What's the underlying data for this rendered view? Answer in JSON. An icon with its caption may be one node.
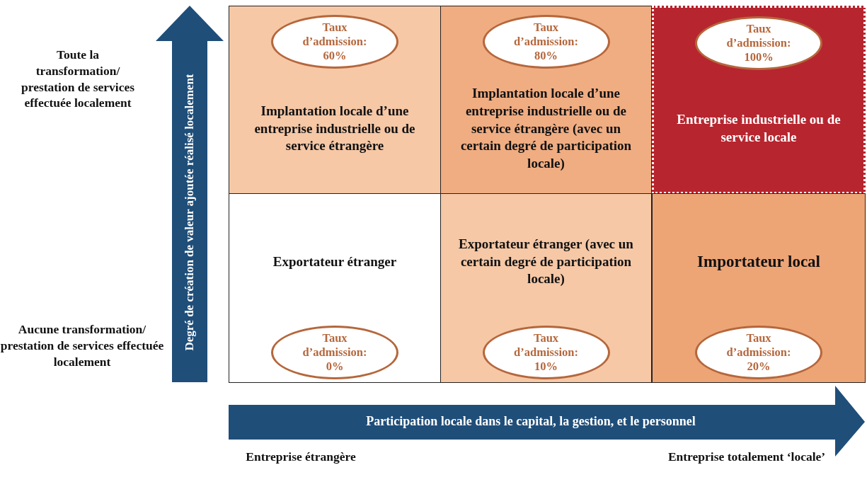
{
  "diagram": {
    "nodes": [
      {
        "text": [
          "Implantation locale d’une entreprise industrielle ou de service étrangère"
        ]
      },
      {
        "text": [
          "Taux d’admission: 60%"
        ],
        "in": 0
      },
      {
        "text": [
          "Implantation locale d’une entreprise industrielle ou de service étrangère (avec un certain degré de participation locale)"
        ]
      },
      {
        "text": [
          "Taux d’admission: 80%"
        ],
        "in": 2
      },
      {
        "text": [
          "Entreprise industrielle ou de service locale"
        ]
      },
      {
        "text": [
          "Taux d’admission: 100%"
        ],
        "in": 4
      },
      {
        "text": [
          "Exportateur étranger"
        ]
      },
      {
        "text": [
          "Taux d’admission: 0%"
        ],
        "in": 6
      },
      {
        "text": [
          "Exportateur étranger (avec un certain degré de participation locale)"
        ]
      },
      {
        "text": [
          "Taux d’admission: 10%"
        ],
        "in": 8
      },
      {
        "text": [
          "Importateur local"
        ]
      },
      {
        "text": [
          "Taux d’admission: 20%"
        ],
        "in": 10
      }
    ],
    "labels": [
      "Toute la transformation/ prestation de services effectuée localement",
      "Degré de création de valeur ajoutée réalisé localement",
      "Aucune transformation/ prestation de services effectuée localement",
      "Participation locale dans le capital, la gestion, et le personnel",
      "Entreprise étrangère",
      "Entreprise totalement ‘locale’"
    ]
  }
}
